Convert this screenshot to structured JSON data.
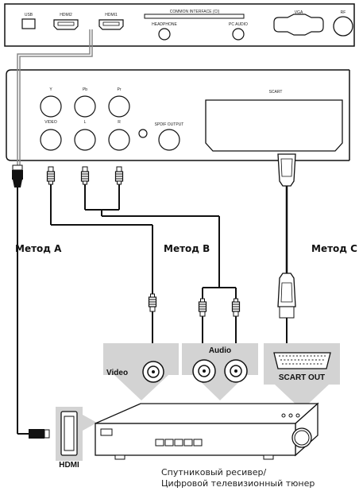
{
  "top_panel": {
    "ports": {
      "usb": "USB",
      "hdmi2": "HDMI2",
      "hdmi1": "HDMI1",
      "common_interface": "COMMON INTERFACE (CI)",
      "headphone": "HEADPHONE",
      "pc_audio": "PC AUDIO",
      "vga": "VGA",
      "rf": "RF"
    }
  },
  "av_panel": {
    "ports": {
      "y": "Y",
      "pb": "Pb",
      "pr": "Pr",
      "video": "VIDEO",
      "l": "L",
      "r": "R",
      "spdif": "SPDIF OUTPUT",
      "scart": "SCART"
    }
  },
  "methods": {
    "a": "Метод A",
    "b": "Метод B",
    "c": "Метод C"
  },
  "device_labels": {
    "video": "Video",
    "audio": "Audio",
    "scart_out": "SCART  OUT",
    "hdmi": "HDMI"
  },
  "caption": {
    "line1": "Спутниковый ресивер/",
    "line2": "Цифровой телевизионный тюнер"
  }
}
